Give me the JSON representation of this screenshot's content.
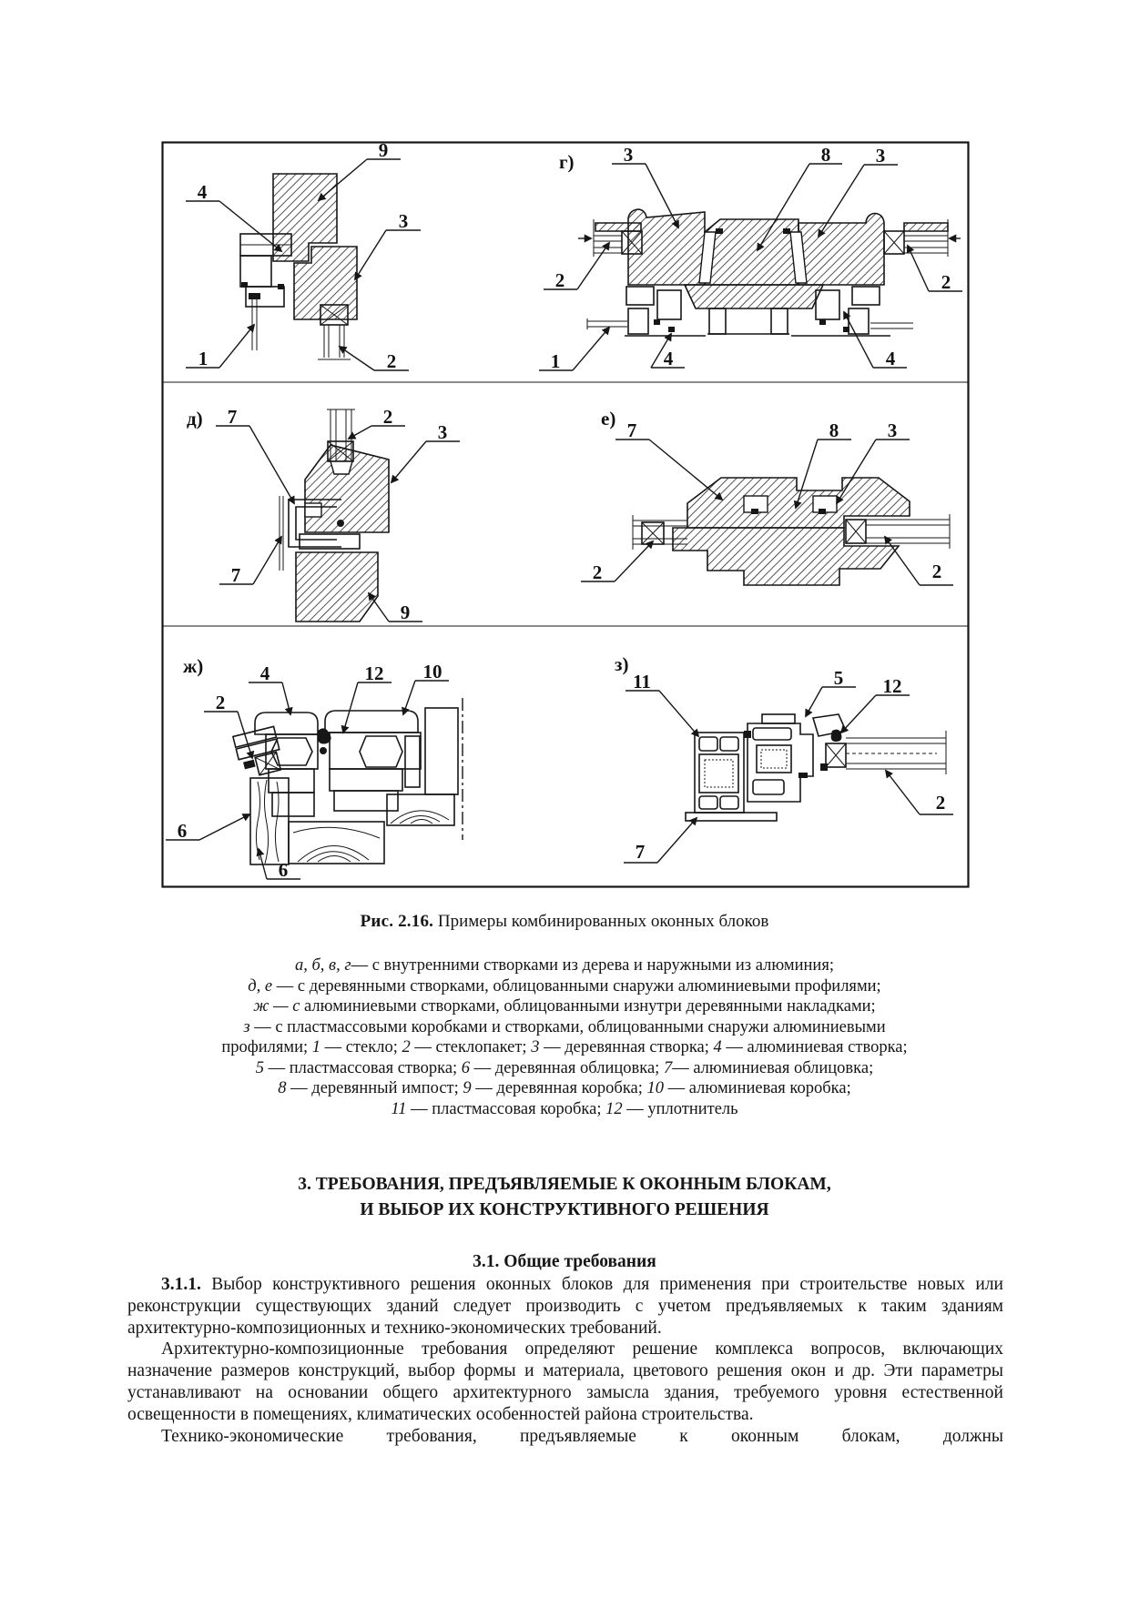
{
  "colors": {
    "ink": "#161616",
    "paper": "#ffffff"
  },
  "figure": {
    "panels": {
      "a": {
        "callouts": {
          "n9": "9",
          "n4": "4",
          "n3": "3",
          "n1": "1",
          "n2": "2"
        }
      },
      "g": {
        "label": "г)",
        "callouts": {
          "n3a": "3",
          "n8": "8",
          "n3b": "3",
          "n2l": "2",
          "n2r": "2",
          "n1": "1",
          "n4a": "4",
          "n4b": "4"
        }
      },
      "d": {
        "label": "д)",
        "callouts": {
          "n7a": "7",
          "n2": "2",
          "n3": "3",
          "n7b": "7",
          "n9": "9"
        }
      },
      "e": {
        "label": "е)",
        "callouts": {
          "n7": "7",
          "n8": "8",
          "n3": "3",
          "n2l": "2",
          "n2r": "2"
        }
      },
      "zh": {
        "label": "ж)",
        "callouts": {
          "n4": "4",
          "n12": "12",
          "n10": "10",
          "n2": "2",
          "n6a": "6",
          "n6b": "6"
        }
      },
      "z": {
        "label": "з)",
        "callouts": {
          "n11": "11",
          "n5": "5",
          "n12": "12",
          "n2": "2",
          "n7": "7"
        }
      }
    }
  },
  "caption": {
    "label": "Рис. 2.16.",
    "text": " Примеры комбинированных оконных блоков"
  },
  "legend": {
    "lines": [
      [
        {
          "t": "а, б, в, г",
          "i": true
        },
        {
          "t": "— с внутренними створками из дерева и наружными из алюминия;"
        }
      ],
      [
        {
          "t": "д, е",
          "i": true
        },
        {
          "t": " — с деревянными створками, облицованными снаружи алюминиевыми профилями;"
        }
      ],
      [
        {
          "t": "ж — с",
          "i": true
        },
        {
          "t": " алюминиевыми створками, облицованными изнутри деревянными накладками;"
        }
      ],
      [
        {
          "t": "з",
          "i": true
        },
        {
          "t": " — с пластмассовыми коробками и створками, облицованными снаружи алюминиевыми"
        }
      ],
      [
        {
          "t": "профилями; "
        },
        {
          "t": "1",
          "i": true
        },
        {
          "t": " — стекло; "
        },
        {
          "t": "2",
          "i": true
        },
        {
          "t": " — стеклопакет; "
        },
        {
          "t": "3",
          "i": true
        },
        {
          "t": " — деревянная створка; "
        },
        {
          "t": "4",
          "i": true
        },
        {
          "t": " — алюминиевая створка;"
        }
      ],
      [
        {
          "t": "5",
          "i": true
        },
        {
          "t": " — пластмассовая створка; "
        },
        {
          "t": "6",
          "i": true
        },
        {
          "t": " — деревянная облицовка; "
        },
        {
          "t": "7",
          "i": true
        },
        {
          "t": "— алюминиевая облицовка;"
        }
      ],
      [
        {
          "t": "8",
          "i": true
        },
        {
          "t": " — деревянный импост; "
        },
        {
          "t": "9",
          "i": true
        },
        {
          "t": " — деревянная коробка; "
        },
        {
          "t": "10",
          "i": true
        },
        {
          "t": " — алюминиевая коробка;"
        }
      ],
      [
        {
          "t": "11",
          "i": true
        },
        {
          "t": " — пластмассовая коробка; "
        },
        {
          "t": "12",
          "i": true
        },
        {
          "t": " — уплотнитель"
        }
      ]
    ]
  },
  "section": {
    "heading_line1": "3. ТРЕБОВАНИЯ, ПРЕДЪЯВЛЯЕМЫЕ К ОКОННЫМ БЛОКАМ,",
    "heading_line2": "И ВЫБОР ИХ КОНСТРУКТИВНОГО РЕШЕНИЯ",
    "subheading": "3.1. Общие требования"
  },
  "body": {
    "p1_lead": "3.1.1.",
    "p1_text": " Выбор конструктивного решения оконных блоков для применения при строительстве новых или реконструкции существующих зданий следует производить с учетом предъявляемых к таким зданиям архитектурно-композиционных и технико-экономических требований.",
    "p2": "Архитектурно-композиционные требования определяют решение комплекса вопросов, включающих назначение размеров конструкций, выбор формы и материала, цветового решения окон и др. Эти параметры устанавливают на основании общего архитектурного замысла здания, требуемого уровня естественной освещенности в помещениях, климатических особенностей района строительства.",
    "p3": "Технико-экономические требования, предъявляемые к оконным блокам, должны"
  }
}
